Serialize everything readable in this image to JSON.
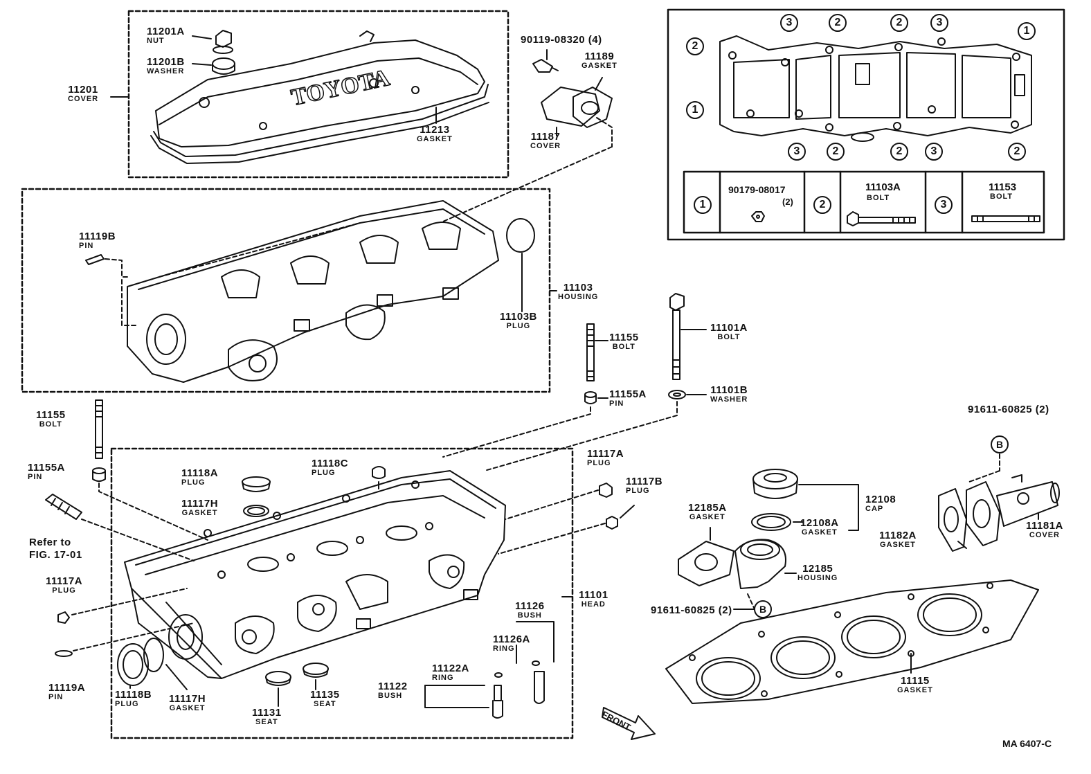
{
  "parts": [
    {
      "id": "p11201A",
      "number": "11201A",
      "name": "NUT"
    },
    {
      "id": "p11201B",
      "number": "11201B",
      "name": "WASHER"
    },
    {
      "id": "p11201",
      "number": "11201",
      "name": "COVER"
    },
    {
      "id": "p11213",
      "number": "11213",
      "name": "GASKET"
    },
    {
      "id": "p90119",
      "number": "90119-08320 (4)",
      "name": ""
    },
    {
      "id": "p11189",
      "number": "11189",
      "name": "GASKET"
    },
    {
      "id": "p11187",
      "number": "11187",
      "name": "COVER"
    },
    {
      "id": "p11119B",
      "number": "11119B",
      "name": "PIN"
    },
    {
      "id": "p11103",
      "number": "11103",
      "name": "HOUSING"
    },
    {
      "id": "p11103B",
      "number": "11103B",
      "name": "PLUG"
    },
    {
      "id": "p11155top",
      "number": "11155",
      "name": "BOLT"
    },
    {
      "id": "p11155Atop",
      "number": "11155A",
      "name": "PIN"
    },
    {
      "id": "p11101A",
      "number": "11101A",
      "name": "BOLT"
    },
    {
      "id": "p11101B",
      "number": "11101B",
      "name": "WASHER"
    },
    {
      "id": "p11155left",
      "number": "11155",
      "name": "BOLT"
    },
    {
      "id": "p11155Aleft",
      "number": "11155A",
      "name": "PIN"
    },
    {
      "id": "p11118A",
      "number": "11118A",
      "name": "PLUG"
    },
    {
      "id": "p11117Htop",
      "number": "11117H",
      "name": "GASKET"
    },
    {
      "id": "p11118C",
      "number": "11118C",
      "name": "PLUG"
    },
    {
      "id": "p11117Aright",
      "number": "11117A",
      "name": "PLUG"
    },
    {
      "id": "p11117B",
      "number": "11117B",
      "name": "PLUG"
    },
    {
      "id": "p11117Aleft",
      "number": "11117A",
      "name": "PLUG"
    },
    {
      "id": "p11119A",
      "number": "11119A",
      "name": "PIN"
    },
    {
      "id": "p11118B",
      "number": "11118B",
      "name": "PLUG"
    },
    {
      "id": "p11117Hbot",
      "number": "11117H",
      "name": "GASKET"
    },
    {
      "id": "p11131",
      "number": "11131",
      "name": "SEAT"
    },
    {
      "id": "p11135",
      "number": "11135",
      "name": "SEAT"
    },
    {
      "id": "p11122A",
      "number": "11122A",
      "name": "RING"
    },
    {
      "id": "p11122",
      "number": "11122",
      "name": "BUSH"
    },
    {
      "id": "p11126",
      "number": "11126",
      "name": "BUSH"
    },
    {
      "id": "p11126A",
      "number": "11126A",
      "name": "RING"
    },
    {
      "id": "p11101",
      "number": "11101",
      "name": "HEAD"
    },
    {
      "id": "p12185A",
      "number": "12185A",
      "name": "GASKET"
    },
    {
      "id": "p12108",
      "number": "12108",
      "name": "CAP"
    },
    {
      "id": "p12108A",
      "number": "12108A",
      "name": "GASKET"
    },
    {
      "id": "p12185",
      "number": "12185",
      "name": "HOUSING"
    },
    {
      "id": "p91611b",
      "number": "91611-60825 (2)",
      "name": ""
    },
    {
      "id": "p91611t",
      "number": "91611-60825 (2)",
      "name": ""
    },
    {
      "id": "p11182A",
      "number": "11182A",
      "name": "GASKET"
    },
    {
      "id": "p11181A",
      "number": "11181A",
      "name": "COVER"
    },
    {
      "id": "p11115",
      "number": "11115",
      "name": "GASKET"
    }
  ],
  "refer": {
    "line1": "Refer to",
    "line2": "FIG. 17-01"
  },
  "front_label": "FRONT",
  "figure_code": "MA  6407-C",
  "callout_b": "B",
  "bolt_legend": {
    "one": "1",
    "two": "2",
    "three": "3",
    "p1_number": "90179-08017",
    "p1_qty": "(2)",
    "p2_number": "11103A",
    "p2_name": "BOLT",
    "p3_number": "11153",
    "p3_name": "BOLT"
  }
}
